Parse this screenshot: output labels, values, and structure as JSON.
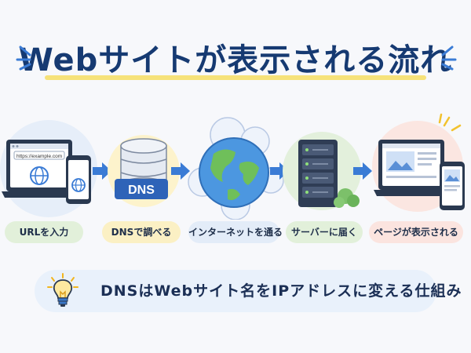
{
  "title": "Webサイトが表示される流れ",
  "steps": [
    {
      "label": "URLを入力",
      "url_text": "https://example.com"
    },
    {
      "label": "DNSで調べる",
      "badge": "DNS"
    },
    {
      "label": "インターネットを通る"
    },
    {
      "label": "サーバーに届く"
    },
    {
      "label": "ページが表示される"
    }
  ],
  "tip": {
    "text": "DNSはWebサイト名をIPアドレスに変える仕組み",
    "icon": "lightbulb-icon"
  },
  "colors": {
    "title": "#163a72",
    "underline": "#f6e27a",
    "arrow": "#3a7bd5",
    "label_bgs": [
      "#e2f0da",
      "#fbf0c4",
      "#e3ecf8",
      "#e2f0da",
      "#fbe4df"
    ]
  }
}
